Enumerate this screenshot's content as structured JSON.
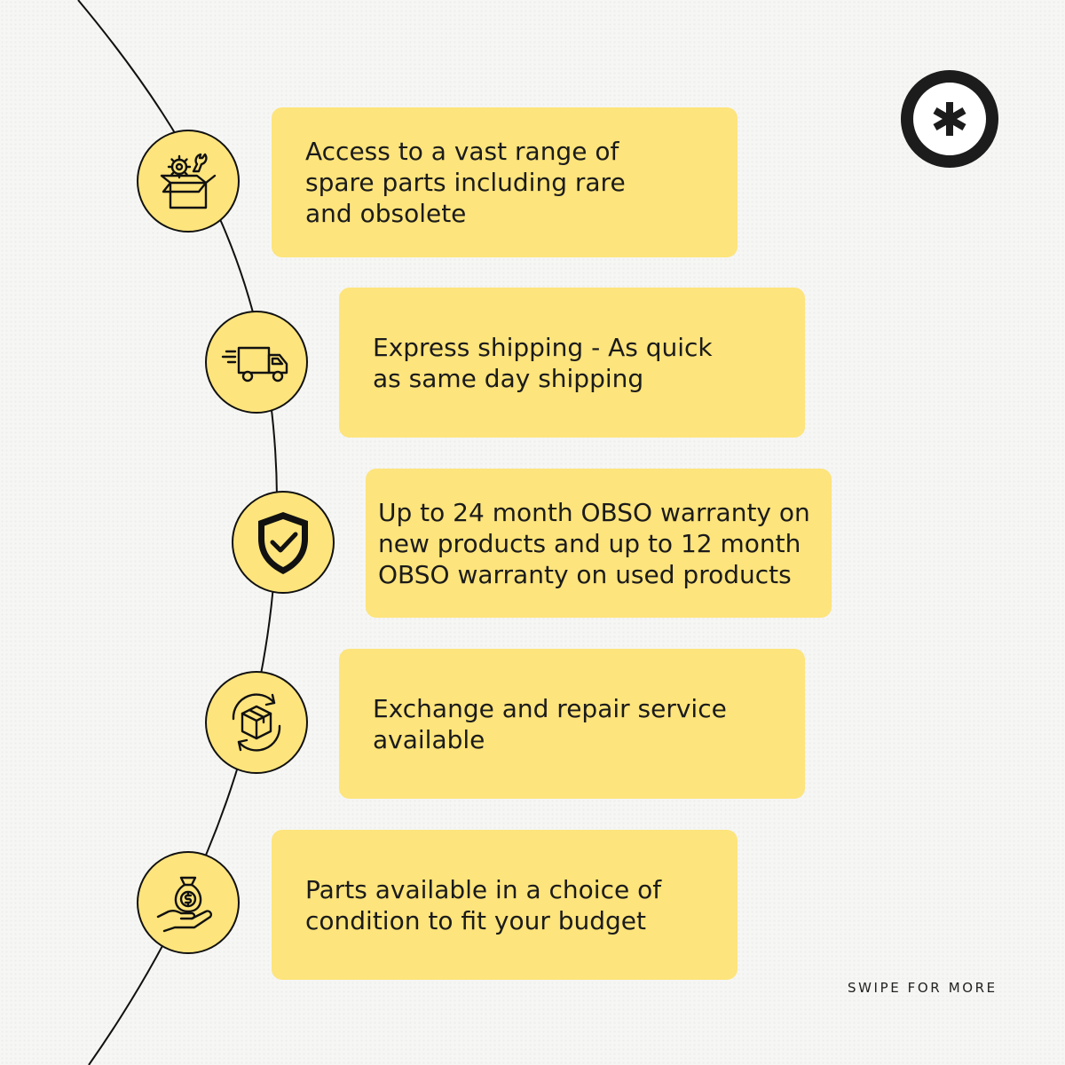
{
  "logo_icon": "asterisk-circle-icon",
  "accent_color": "#fde47c",
  "features": [
    {
      "icon": "toolbox-parts-icon",
      "text": "Access to a vast range of spare parts including rare and obsolete"
    },
    {
      "icon": "delivery-truck-icon",
      "text": "Express shipping - As quick as same day shipping"
    },
    {
      "icon": "shield-check-icon",
      "text": "Up to 24 month OBSO warranty on new products and up to 12 month OBSO warranty on used products"
    },
    {
      "icon": "exchange-box-icon",
      "text": "Exchange and repair service available"
    },
    {
      "icon": "money-bag-hand-icon",
      "text": "Parts available in a choice of condition to fit your budget"
    }
  ],
  "footer": {
    "swipe_label": "SWIPE FOR MORE"
  }
}
